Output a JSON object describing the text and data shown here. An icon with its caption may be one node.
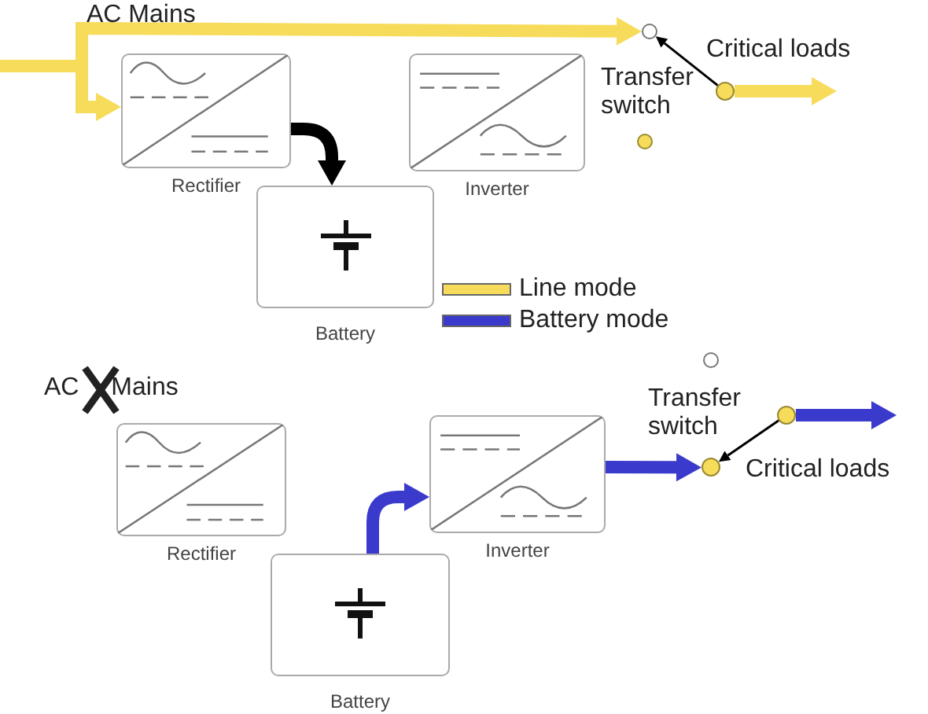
{
  "diagram": {
    "nodes": [
      {
        "text": [
          "Rectifier"
        ]
      },
      {
        "text": [
          "Battery"
        ]
      },
      {
        "text": [
          "Inverter"
        ]
      },
      {
        "text": [],
        "shape": "circle"
      },
      {
        "text": [],
        "shape": "circle"
      },
      {
        "text": [],
        "shape": "circle"
      },
      {
        "text": [
          "Rectifier"
        ]
      },
      {
        "text": [
          "Battery"
        ]
      },
      {
        "text": [
          "Inverter"
        ]
      },
      {
        "text": [],
        "shape": "circle"
      },
      {
        "text": [],
        "shape": "circle"
      },
      {
        "text": [],
        "shape": "circle"
      }
    ],
    "edges": [
      {
        "from": null,
        "to": 3,
        "arrow": "to",
        "color": "#f7dc5c"
      },
      {
        "from": null,
        "to": 0,
        "arrow": "to",
        "color": "#f7dc5c"
      },
      {
        "from": 0,
        "to": 1,
        "arrow": "to",
        "color": "#000000"
      },
      {
        "from": 5,
        "to": 3,
        "arrow": "to",
        "color": "#000000"
      },
      {
        "from": 5,
        "to": null,
        "arrow": "to",
        "color": "#f7dc5c"
      },
      {
        "from": 7,
        "to": 8,
        "arrow": "to",
        "color": "#3a3acc"
      },
      {
        "from": 8,
        "to": 10,
        "arrow": "to",
        "color": "#3a3acc"
      },
      {
        "from": 11,
        "to": 10,
        "arrow": "to",
        "color": "#000000"
      },
      {
        "from": 11,
        "to": null,
        "arrow": "to",
        "color": "#3a3acc"
      }
    ],
    "labels": [
      "AC Mains",
      "Transfer switch",
      "Critical loads",
      "AC Mains",
      "Transfer switch",
      "Critical loads"
    ],
    "legend": [
      {
        "text": "Line mode",
        "color": "#f7dc5c"
      },
      {
        "text": "Battery mode",
        "color": "#3a3acc"
      }
    ]
  }
}
